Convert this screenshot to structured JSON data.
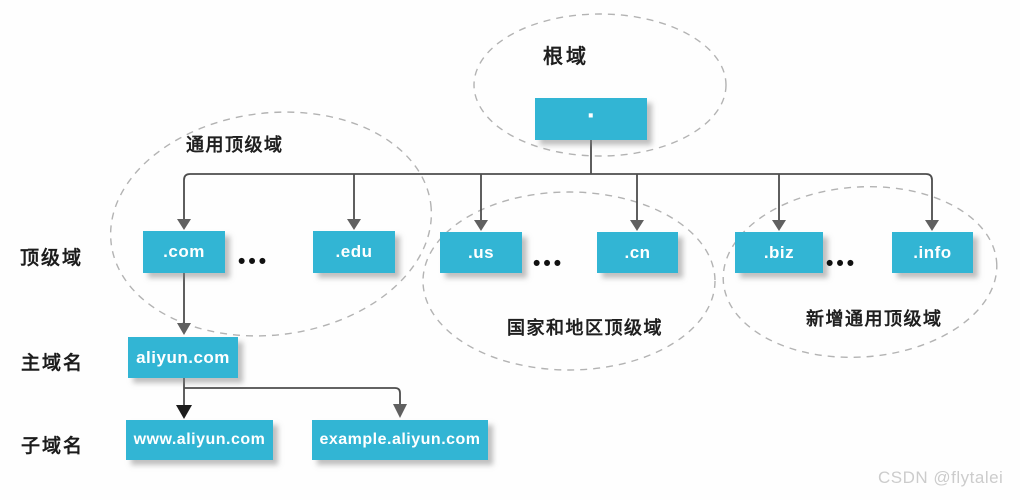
{
  "diagram": {
    "root": {
      "group_label": "根域",
      "node": "."
    },
    "row_labels": {
      "tld": "顶级域",
      "main": "主域名",
      "sub": "子域名"
    },
    "groups": [
      {
        "id": "generic-tld",
        "label": "通用顶级域",
        "nodes": [
          ".com",
          ".edu"
        ]
      },
      {
        "id": "country-tld",
        "label": "国家和地区顶级域",
        "nodes": [
          ".us",
          ".cn"
        ]
      },
      {
        "id": "new-generic-tld",
        "label": "新增通用顶级域",
        "nodes": [
          ".biz",
          ".info"
        ]
      }
    ],
    "ellipsis": "•••",
    "main_domain": "aliyun.com",
    "sub_domains": [
      "www.aliyun.com",
      "example.aliyun.com"
    ]
  },
  "watermark": "CSDN @flytalei",
  "colors": {
    "node_fill": "#32b5d4",
    "node_text": "#ffffff",
    "connector": "#4d4d4d",
    "arrow_gray": "#606060",
    "arrow_black": "#1c1c1c",
    "ellipse_dash": "#b3b3b3"
  }
}
